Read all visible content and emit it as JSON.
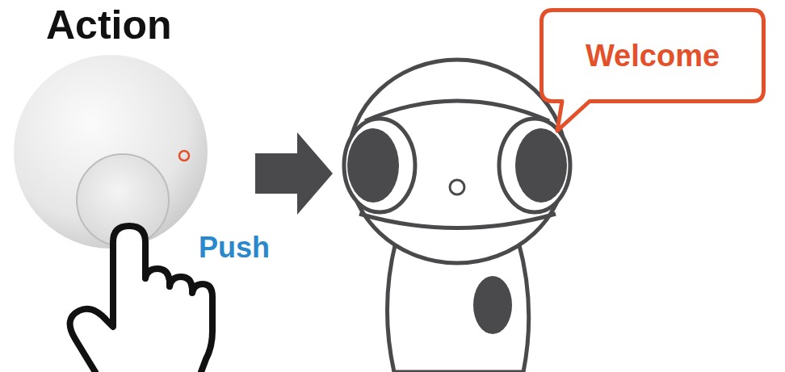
{
  "diagram": {
    "title": "Action",
    "nodes": [
      {
        "text": [
          "Welcome"
        ]
      }
    ],
    "labels": [
      "Push"
    ]
  }
}
